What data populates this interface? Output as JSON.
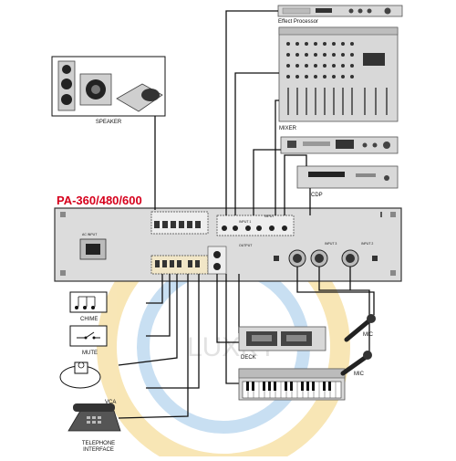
{
  "title": "PA-360/480/600",
  "labels": {
    "effect_processor": "Effect Processor",
    "speaker": "SPEAKER",
    "mixer": "MIXER",
    "cdp": "CDP",
    "chime": "CHIME",
    "mute": "MUTE",
    "vca": "VCA",
    "telephone_interface_line1": "TELEPHONE",
    "telephone_interface_line2": "INTERFACE",
    "deck": "DECK",
    "mic_1": "MIC",
    "mic_2": "MIC"
  },
  "panel_labels": {
    "ac_input": "AC INPUT",
    "input_1": "INPUT 1",
    "input_2": "INPUT 2",
    "input_3": "INPUT 3",
    "input": "INPUT",
    "output": "OUTPUT"
  },
  "watermark": "LUXKY",
  "colors": {
    "title": "#d6001c",
    "wire": "#111111",
    "device_fill": "#d8d8d8",
    "device_stroke": "#555555",
    "watermark_ring_outer": "#f3d27a",
    "watermark_ring_inner": "#9cc6e8",
    "speaker_box": "#cfcfcf"
  }
}
